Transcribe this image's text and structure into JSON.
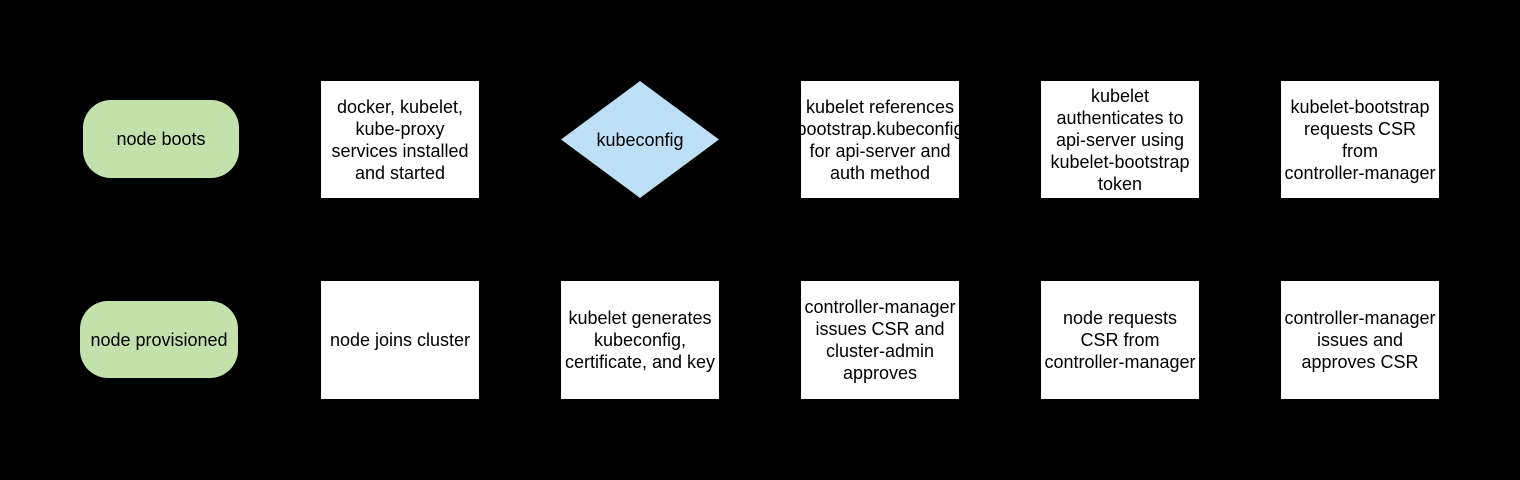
{
  "diagram": {
    "background": "#000000",
    "colors": {
      "terminator_fill": "#c3e2ab",
      "decision_fill": "#bde0f6",
      "process_fill": "#ffffff",
      "text": "#000000"
    },
    "row1": {
      "node_boots": "node boots",
      "services_installed": "docker, kubelet,\nkube-proxy\nservices installed\nand started",
      "kubeconfig_decision": "kubeconfig",
      "kubelet_references": "kubelet references\nbootstrap.kubeconfig\nfor api-server and\nauth method",
      "kubelet_authenticates": "kubelet\nauthenticates to\napi-server using\nkubelet-bootstrap\ntoken",
      "kubelet_bootstrap_requests": "kubelet-bootstrap\nrequests CSR\nfrom\ncontroller-manager"
    },
    "row2": {
      "node_provisioned": "node provisioned",
      "node_joins_cluster": "node joins cluster",
      "kubelet_generates": "kubelet generates\nkubeconfig,\ncertificate, and key",
      "controller_manager_issues": "controller-manager\nissues CSR and\ncluster-admin\napproves",
      "node_requests_csr": "node requests\nCSR from\ncontroller-manager",
      "controller_manager_approves": "controller-manager\nissues and\napproves CSR"
    }
  }
}
